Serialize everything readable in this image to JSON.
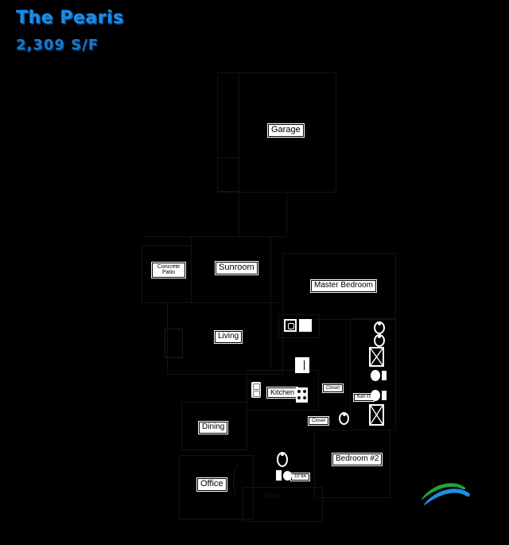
{
  "header": {
    "title": "The Pearis",
    "subtitle": "2,309 S/F",
    "title_color": "#1b8de8",
    "subtitle_color": "#1677cd"
  },
  "floorplan": {
    "background_color": "#000000",
    "line_color": "#131313",
    "label_bg": "#ffffff",
    "label_text_color": "#000000",
    "labels": {
      "garage": {
        "text": "Garage"
      },
      "concrete_patio": {
        "text": "Concrete Patio"
      },
      "sunroom": {
        "text": "Sunroom"
      },
      "master_bedroom": {
        "text": "Master Bedroom"
      },
      "living": {
        "text": "Living"
      },
      "kitchen": {
        "text": "Kitchen"
      },
      "closet_hall": {
        "text": "Closet"
      },
      "bath_2": {
        "text": "Bath #2"
      },
      "closet_bedroom2": {
        "text": "Closet"
      },
      "dining": {
        "text": "Dining"
      },
      "office": {
        "text": "Office"
      },
      "bedroom_2": {
        "text": "Bedroom #2"
      },
      "half_bath": {
        "text": "1/2 BA"
      },
      "porch": {
        "text": "Porch"
      }
    },
    "fixtures": [
      "washer-icon",
      "dryer-icon",
      "refrigerator-icon",
      "kitchen-sink-icon",
      "cooktop-icon",
      "vanity-sink-icon",
      "vanity-sink-icon",
      "shower-icon",
      "toilet-icon",
      "toilet-icon",
      "bathtub-icon",
      "vanity-sink-icon",
      "pedestal-sink-icon",
      "toilet-icon"
    ]
  },
  "logo": {
    "name": "builder-swoosh-logo",
    "green": "#1ea43c",
    "blue": "#1e8fe2"
  }
}
